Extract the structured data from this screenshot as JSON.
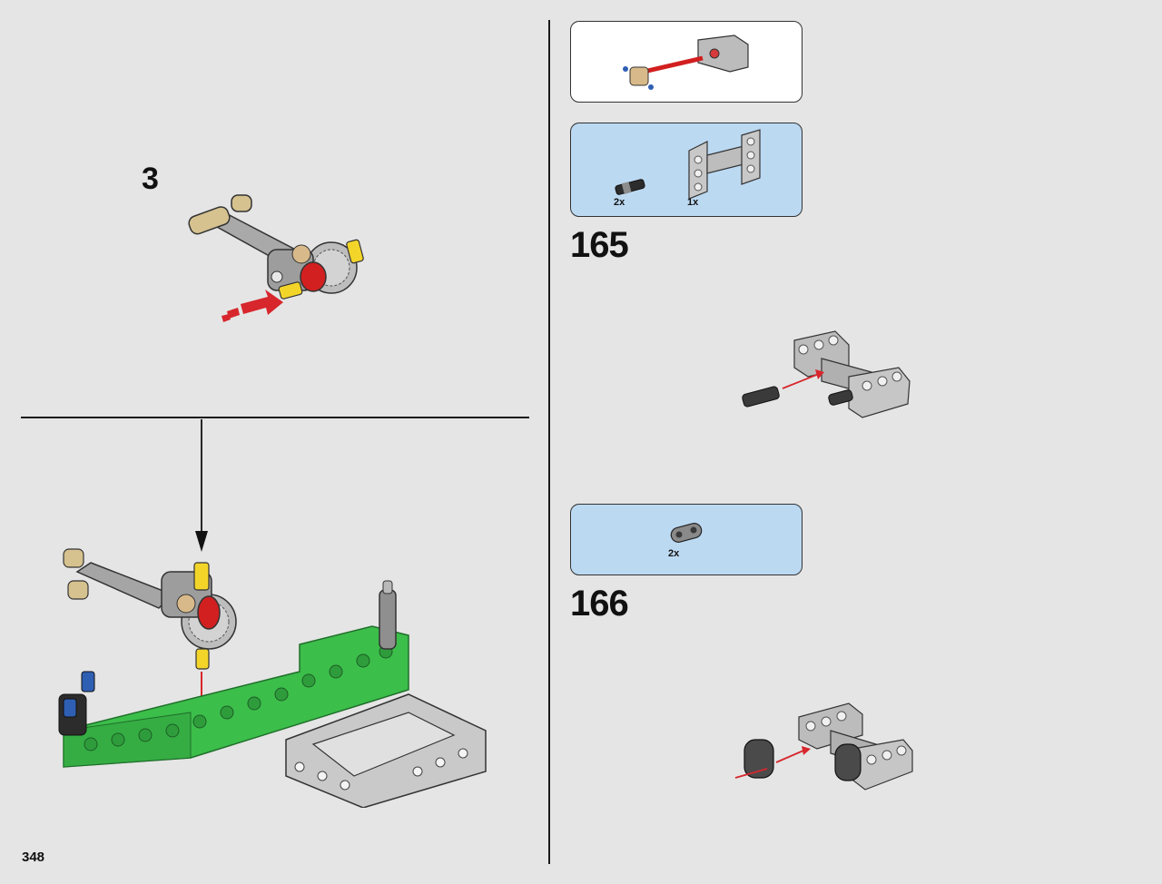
{
  "page": {
    "number": "348"
  },
  "left_panel": {
    "substep_number": "3"
  },
  "steps": [
    {
      "number": "165",
      "parts": [
        {
          "qty": "2x",
          "icon": "pin-with-bush-part-icon"
        },
        {
          "qty": "1x",
          "icon": "h-frame-beam-part-icon"
        }
      ]
    },
    {
      "number": "166",
      "parts": [
        {
          "qty": "2x",
          "icon": "double-connector-part-icon"
        }
      ]
    }
  ],
  "colors": {
    "background": "#e5e5e5",
    "parts_callout": "#bcd9f2",
    "green_beam": "#3cbe4a",
    "gray_part": "#a8a8a8",
    "red_gear": "#d21f1f",
    "yellow_axle": "#f3d52a",
    "arrow_red": "#d7262c"
  }
}
